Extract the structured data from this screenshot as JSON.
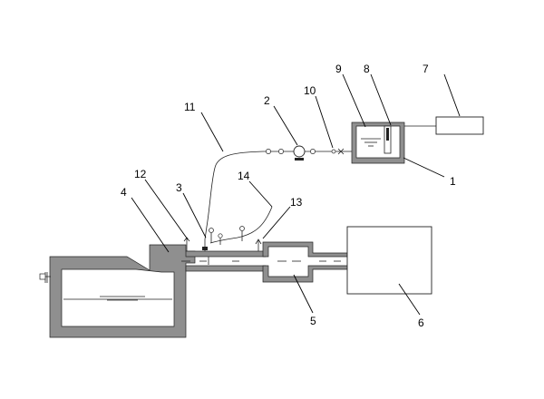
{
  "diagram": {
    "labels": {
      "l1": "1",
      "l2": "2",
      "l3": "3",
      "l4": "4",
      "l5": "5",
      "l6": "6",
      "l7": "7",
      "l8": "8",
      "l9": "9",
      "l10": "10",
      "l11": "11",
      "l12": "12",
      "l13": "13",
      "l14": "14"
    },
    "colors": {
      "wall_fill": "#8f8f8f",
      "line": "#222222",
      "background": "#ffffff"
    }
  }
}
